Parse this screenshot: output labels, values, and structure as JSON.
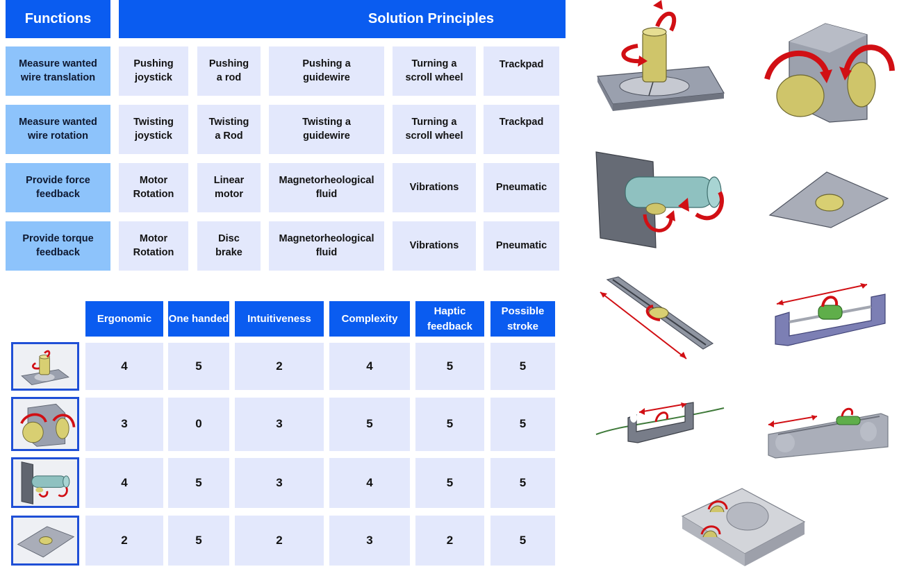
{
  "morph": {
    "functions_header": "Functions",
    "principles_header": "Solution Principles",
    "rows": [
      {
        "function": "Measure wanted\nwire translation",
        "principles": [
          "Pushing\njoystick",
          "Pushing\na rod",
          "Pushing a\nguidewire",
          "Turning a\nscroll wheel",
          "Trackpad"
        ]
      },
      {
        "function": "Measure wanted\nwire rotation",
        "principles": [
          "Twisting\njoystick",
          "Twisting\na Rod",
          "Twisting a\nguidewire",
          "Turning a\nscroll wheel",
          "Trackpad"
        ]
      },
      {
        "function": "Provide force\nfeedback",
        "principles": [
          "Motor\nRotation",
          "Linear\nmotor",
          "Magnetorheological\nfluid",
          "Vibrations",
          "Pneumatic"
        ]
      },
      {
        "function": "Provide torque\nfeedback",
        "principles": [
          "Motor\nRotation",
          "Disc\nbrake",
          "Magnetorheological\nfluid",
          "Vibrations",
          "Pneumatic"
        ]
      }
    ]
  },
  "evaluation": {
    "criteria": [
      "Ergonomic",
      "One handed",
      "Intuitiveness",
      "Complexity",
      "Haptic\nfeedback",
      "Possible\nstroke"
    ],
    "rows": [
      {
        "concept": "joystick-concept",
        "scores": [
          "4",
          "5",
          "2",
          "4",
          "5",
          "5"
        ]
      },
      {
        "concept": "scroll-wheels-concept",
        "scores": [
          "3",
          "0",
          "3",
          "5",
          "5",
          "5"
        ]
      },
      {
        "concept": "rod-concept",
        "scores": [
          "4",
          "5",
          "3",
          "4",
          "5",
          "5"
        ]
      },
      {
        "concept": "trackpad-concept",
        "scores": [
          "2",
          "5",
          "2",
          "3",
          "2",
          "5"
        ]
      }
    ]
  },
  "colors": {
    "header_blue": "#0a5cf0",
    "function_blue": "#8dc3fb",
    "cell_lavender": "#e3e8fc",
    "arrow_red": "#d10f14",
    "part_olive": "#d8cf72",
    "part_gray": "#9aa0ae"
  },
  "concept_renders": [
    "joystick-concept",
    "scroll-wheels-concept",
    "rod-concept",
    "trackpad-concept",
    "sliding-rod-concept",
    "linear-rail-concept",
    "guidewire-clamp-concept",
    "guidewire-rail-concept",
    "scroll-pad-concept"
  ]
}
